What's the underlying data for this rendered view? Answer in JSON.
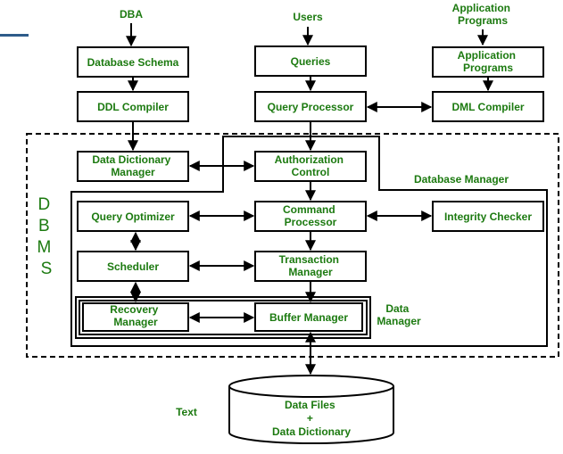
{
  "colors": {
    "label": "#1c7a10",
    "stroke": "#000000",
    "accent_bar": "#2e5c8a"
  },
  "labels": {
    "dba": "DBA",
    "users": "Users",
    "app_programs_top": [
      "Application",
      "Programs"
    ],
    "database_schema": "Database Schema",
    "queries": "Queries",
    "app_programs_box": [
      "Application",
      "Programs"
    ],
    "ddl_compiler": "DDL Compiler",
    "query_processor": "Query Processor",
    "dml_compiler": "DML Compiler",
    "data_dictionary_manager": [
      "Data Dictionary",
      "Manager"
    ],
    "authorization_control": [
      "Authorization",
      "Control"
    ],
    "database_manager": "Database Manager",
    "dbms_letters": [
      "D",
      "B",
      "M",
      "S"
    ],
    "query_optimizer": "Query Optimizer",
    "command_processor": [
      "Command",
      "Processor"
    ],
    "integrity_checker": "Integrity Checker",
    "scheduler": "Scheduler",
    "transaction_manager": [
      "Transaction",
      "Manager"
    ],
    "recovery_manager": [
      "Recovery",
      "Manager"
    ],
    "buffer_manager": "Buffer Manager",
    "data_manager": [
      "Data",
      "Manager"
    ],
    "text": "Text",
    "data_files": [
      "Data Files",
      "+",
      "Data Dictionary"
    ]
  }
}
